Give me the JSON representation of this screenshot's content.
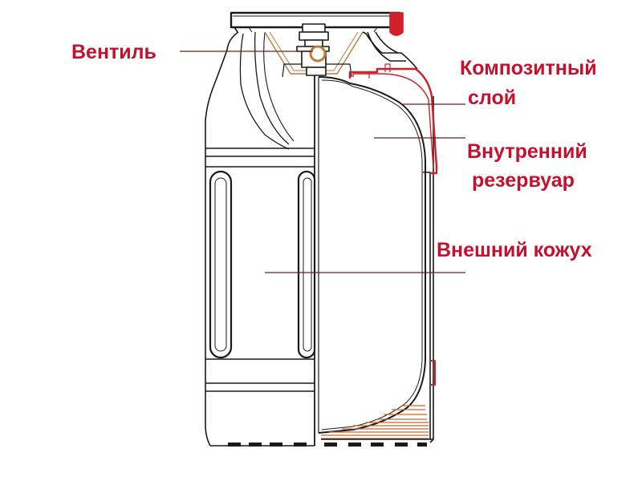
{
  "labels": {
    "valve": "Вентиль",
    "composite_line1": "Композитный",
    "composite_line2": "слой",
    "inner_line1": "Внутренний",
    "inner_line2": "резервуар",
    "outer": "Внешний кожух"
  },
  "colors": {
    "label_text": "#c8102e",
    "composite_layer": "#d0202a",
    "hatch": "#c8692a",
    "outline": "#1a1a1a",
    "leader": "#6a2020"
  }
}
